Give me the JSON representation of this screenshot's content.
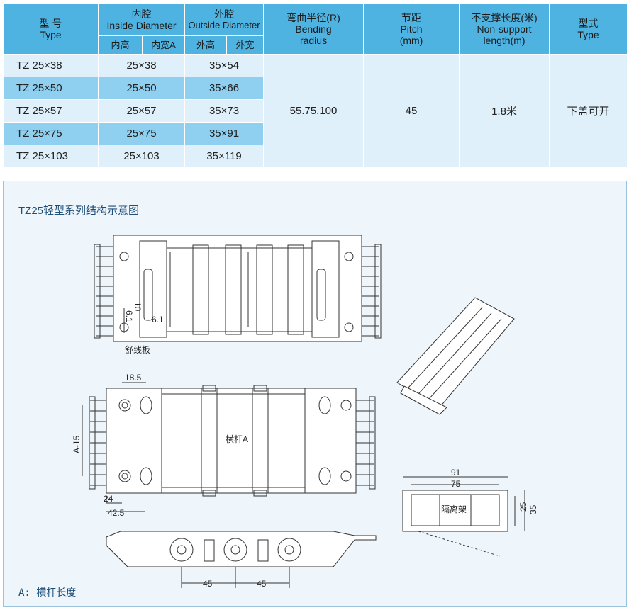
{
  "header": {
    "type_cn": "型  号",
    "type_en": "Type",
    "inside_cn": "内腔",
    "inside_en": "Inside Diameter",
    "inside_h": "内高",
    "inside_w": "内宽A",
    "outside_cn": "外腔",
    "outside_en": "Outside Diameter",
    "outside_h": "外高",
    "outside_w": "外宽",
    "bending_cn": "弯曲半径(R)",
    "bending_en1": "Bending",
    "bending_en2": "radius",
    "pitch_cn": "节距",
    "pitch_en": "Pitch",
    "pitch_unit": "(mm)",
    "nonsupport_cn": "不支撑长度(米)",
    "nonsupport_en1": "Non-support",
    "nonsupport_en2": "length(m)",
    "style_cn": "型式",
    "style_en": "Type"
  },
  "rows": [
    {
      "model": "TZ  25×38",
      "inside": "25×38",
      "outside": "35×54"
    },
    {
      "model": "TZ  25×50",
      "inside": "25×50",
      "outside": "35×66"
    },
    {
      "model": "TZ  25×57",
      "inside": "25×57",
      "outside": "35×73"
    },
    {
      "model": "TZ  25×75",
      "inside": "25×75",
      "outside": "35×91"
    },
    {
      "model": "TZ  25×103",
      "inside": "25×103",
      "outside": "35×119"
    }
  ],
  "shared": {
    "bending": "55.75.100",
    "pitch": "45",
    "nonsupport": "1.8米",
    "style": "下盖可开"
  },
  "diagram": {
    "title": "TZ25轻型系列结构示意图",
    "label_guide_plate": "舒线板",
    "label_crossbar": "横杆A",
    "label_separator": "隔离架",
    "dim_6_1a": "6.1",
    "dim_10": "10",
    "dim_6_1b": "6.1",
    "dim_18_5": "18.5",
    "dim_a_15": "A-15",
    "dim_24": "24",
    "dim_42_5": "42.5",
    "dim_45a": "45",
    "dim_45b": "45",
    "dim_91": "91",
    "dim_75": "75",
    "dim_25": "25",
    "dim_35": "35",
    "note": "A: 横杆长度"
  }
}
